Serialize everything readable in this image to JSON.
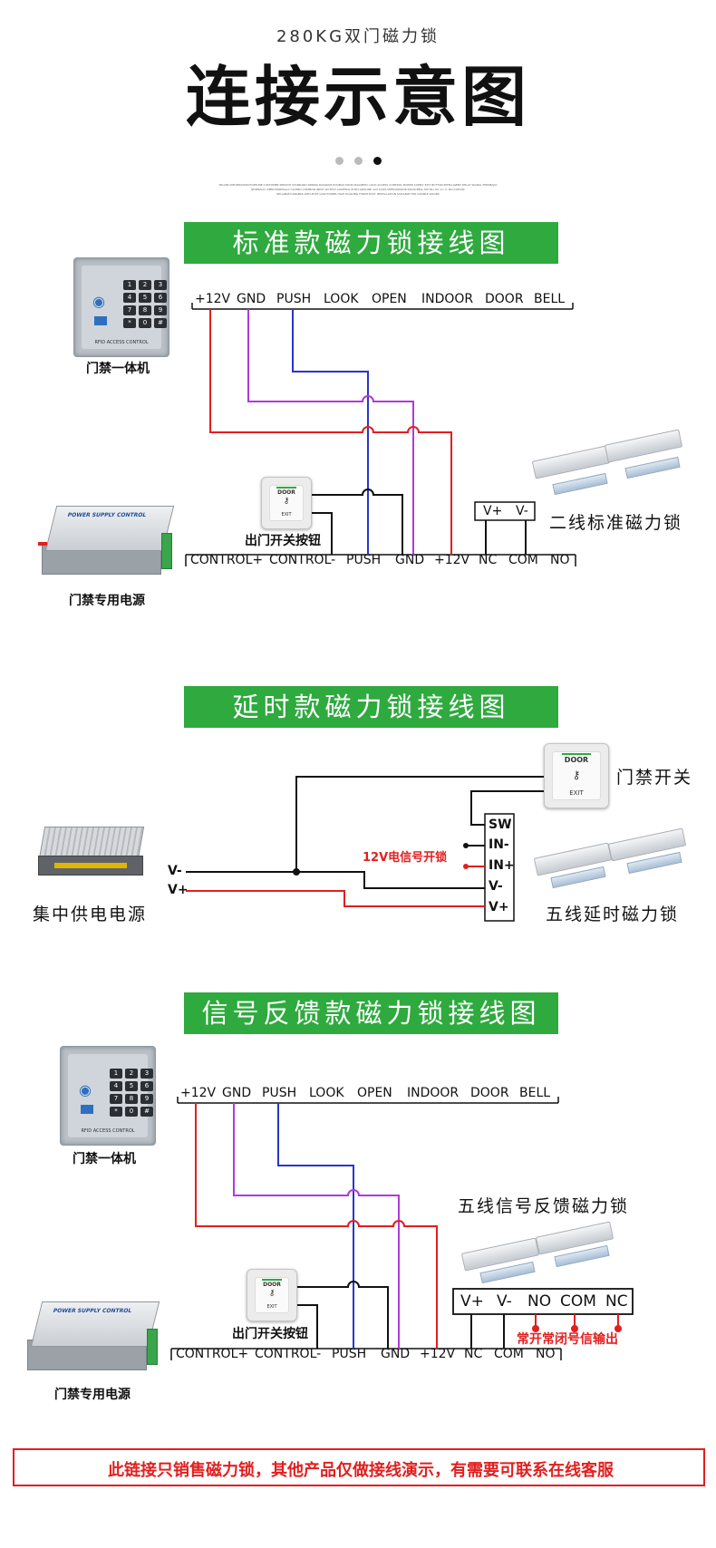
{
  "header": {
    "subtitle": "280KG双门磁力锁",
    "title": "连接示意图",
    "fine_print": [
      "SELLER INFORMATION·FORTUNE·CUSTOMER SERVICE·STANDARD WIRING DIAGRAM·DOUBLE DOOR MAGNETIC LOCK·ACCESS CONTROL·POWER SUPPLY·EXIT BUTTON·INTELLIGENT·DELAY·SIGNAL FEEDBACK",
      "NORMALLY OPEN·NORMALLY CLOSED·COMMON·INPUT·OUTPUT·CONTROL·PUSH·GROUND·12V·LOOK·OPEN·INDOOR·DOOR·BELL·SW·IN+·IN-·V+·V-·NO·COM·NC",
      "RELIABLE·DURABLE·ANTI-RUST·LOW POWER·HIGH HOLDING FORCE·EASY INSTALLATION·SUITABLE FOR DOUBLE DOORS"
    ]
  },
  "sections": [
    {
      "banner": "标准款磁力锁接线图",
      "controller_label": "门禁一体机",
      "power_label": "门禁专用电源",
      "exit_label": "出门开关按钮",
      "lock_label": "二线标准磁力锁",
      "top_terminals": [
        "+12V",
        "GND",
        "PUSH",
        "LOOK",
        "OPEN",
        "INDOOR",
        "DOOR",
        "BELL"
      ],
      "bottom_terminals": [
        "CONTROL+",
        "CONTROL-",
        "PUSH",
        "GND",
        "+12V",
        "NC",
        "COM",
        "NO"
      ],
      "lock_terminals": [
        "V+",
        "V-"
      ]
    },
    {
      "banner": "延时款磁力锁接线图",
      "power_label": "集中供电电源",
      "switch_label": "门禁开关",
      "lock_label": "五线延时磁力锁",
      "signal_label": "12V电信号开锁",
      "power_terminals": [
        "V-",
        "V+"
      ],
      "lock_terminals": [
        "SW",
        "IN-",
        "IN+",
        "V-",
        "V+"
      ]
    },
    {
      "banner": "信号反馈款磁力锁接线图",
      "controller_label": "门禁一体机",
      "power_label": "门禁专用电源",
      "exit_label": "出门开关按钮",
      "lock_label": "五线信号反馈磁力锁",
      "feedback_label": "常开常闭号信输出",
      "top_terminals": [
        "+12V",
        "GND",
        "PUSH",
        "LOOK",
        "OPEN",
        "INDOOR",
        "DOOR",
        "BELL"
      ],
      "bottom_terminals": [
        "CONTROL+",
        "CONTROL-",
        "PUSH",
        "GND",
        "+12V",
        "NC",
        "COM",
        "NO"
      ],
      "lock_terminals": [
        "V+",
        "V-",
        "NO",
        "COM",
        "NC"
      ]
    }
  ],
  "device_text": {
    "keypad_brand": "RFID ACCESS CONTROL",
    "keypad_keys": [
      "1",
      "2",
      "3",
      "4",
      "5",
      "6",
      "7",
      "8",
      "9",
      "*",
      "0",
      "#"
    ],
    "psu_brand": "POWER SUPPLY CONTROL",
    "exit_top": "DOOR",
    "exit_bottom": "EXIT"
  },
  "footer": {
    "notice": "此链接只销售磁力锁，其他产品仅做接线演示，有需要可联系在线客服"
  },
  "colors": {
    "banner": "#2eaa3e",
    "wire_red": "#e21f1f",
    "wire_blue": "#2a35c9",
    "wire_purple": "#b03ad9",
    "wire_black": "#111111",
    "notice_red": "#e21f1f"
  }
}
